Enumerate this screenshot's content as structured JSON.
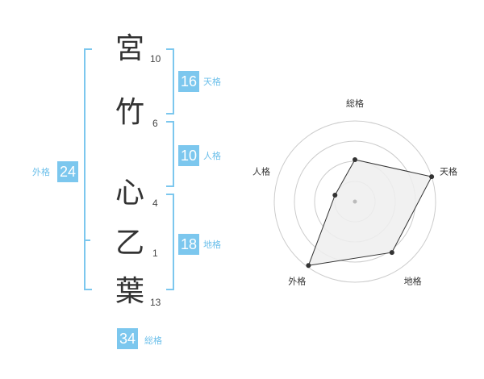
{
  "name": {
    "chars": [
      "宮",
      "竹",
      "心",
      "乙",
      "葉"
    ],
    "strokes": [
      "10",
      "6",
      "4",
      "1",
      "13"
    ]
  },
  "kakusu": {
    "tenkaku": {
      "label": "天格",
      "value": "16"
    },
    "jinkaku": {
      "label": "人格",
      "value": "10"
    },
    "chikaku": {
      "label": "地格",
      "value": "18"
    },
    "gaikaku": {
      "label": "外格",
      "value": "24"
    },
    "soukaku": {
      "label": "総格",
      "value": "34"
    }
  },
  "chart_data": {
    "type": "radar",
    "axes": [
      "総格",
      "天格",
      "地格",
      "外格",
      "人格"
    ],
    "values": [
      0.52,
      1.0,
      0.78,
      0.98,
      0.26
    ],
    "rings": 4,
    "colors": {
      "fill": "#efefef",
      "stroke": "#333333",
      "grid": "#cccccc",
      "point": "#333333",
      "center": "#bbbbbb"
    }
  },
  "colors": {
    "accent": "#7cc7ee",
    "label": "#6bbfea"
  }
}
